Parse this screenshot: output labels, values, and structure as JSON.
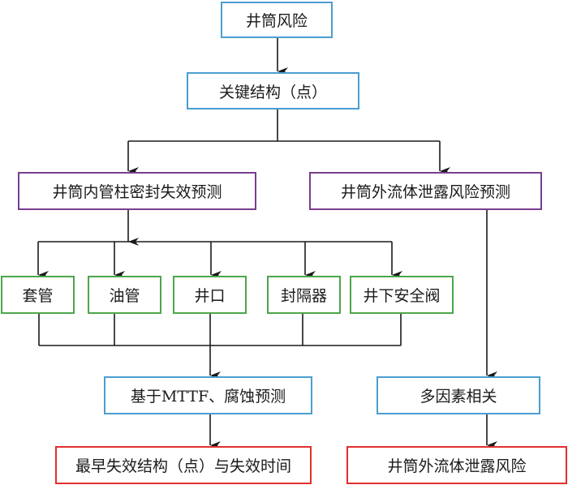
{
  "diagram": {
    "nodes": {
      "wellbore_risk": "井筒风险",
      "key_structures": "关键结构（点）",
      "inner_string_seal_failure_prediction": "井筒内管柱密封失效预测",
      "outer_fluid_leak_risk_prediction": "井筒外流体泄露风险预测",
      "casing": "套管",
      "tubing": "油管",
      "wellhead": "井口",
      "packer": "封隔器",
      "subsurface_safety_valve": "井下安全阀",
      "mttf_corrosion_prediction": "基于MTTF、腐蚀预测",
      "multi_factor_correlation": "多因素相关",
      "earliest_failure_structure_and_time": "最早失效结构（点）与失效时间",
      "outer_fluid_leak_risk": "井筒外流体泄露风险"
    },
    "edges": [
      [
        "wellbore_risk",
        "key_structures"
      ],
      [
        "key_structures",
        "inner_string_seal_failure_prediction"
      ],
      [
        "key_structures",
        "outer_fluid_leak_risk_prediction"
      ],
      [
        "inner_string_seal_failure_prediction",
        "casing"
      ],
      [
        "inner_string_seal_failure_prediction",
        "tubing"
      ],
      [
        "inner_string_seal_failure_prediction",
        "wellhead"
      ],
      [
        "inner_string_seal_failure_prediction",
        "packer"
      ],
      [
        "inner_string_seal_failure_prediction",
        "subsurface_safety_valve"
      ],
      [
        "casing",
        "mttf_corrosion_prediction"
      ],
      [
        "tubing",
        "mttf_corrosion_prediction"
      ],
      [
        "wellhead",
        "mttf_corrosion_prediction"
      ],
      [
        "packer",
        "mttf_corrosion_prediction"
      ],
      [
        "subsurface_safety_valve",
        "mttf_corrosion_prediction"
      ],
      [
        "mttf_corrosion_prediction",
        "earliest_failure_structure_and_time"
      ],
      [
        "outer_fluid_leak_risk_prediction",
        "multi_factor_correlation"
      ],
      [
        "multi_factor_correlation",
        "outer_fluid_leak_risk"
      ]
    ],
    "colors": {
      "blue_border": "#4a9ed0",
      "purple_border": "#7a3e8e",
      "green_border": "#4ca64c",
      "red_border": "#e0302e",
      "connector": "#1a1a1a"
    }
  }
}
